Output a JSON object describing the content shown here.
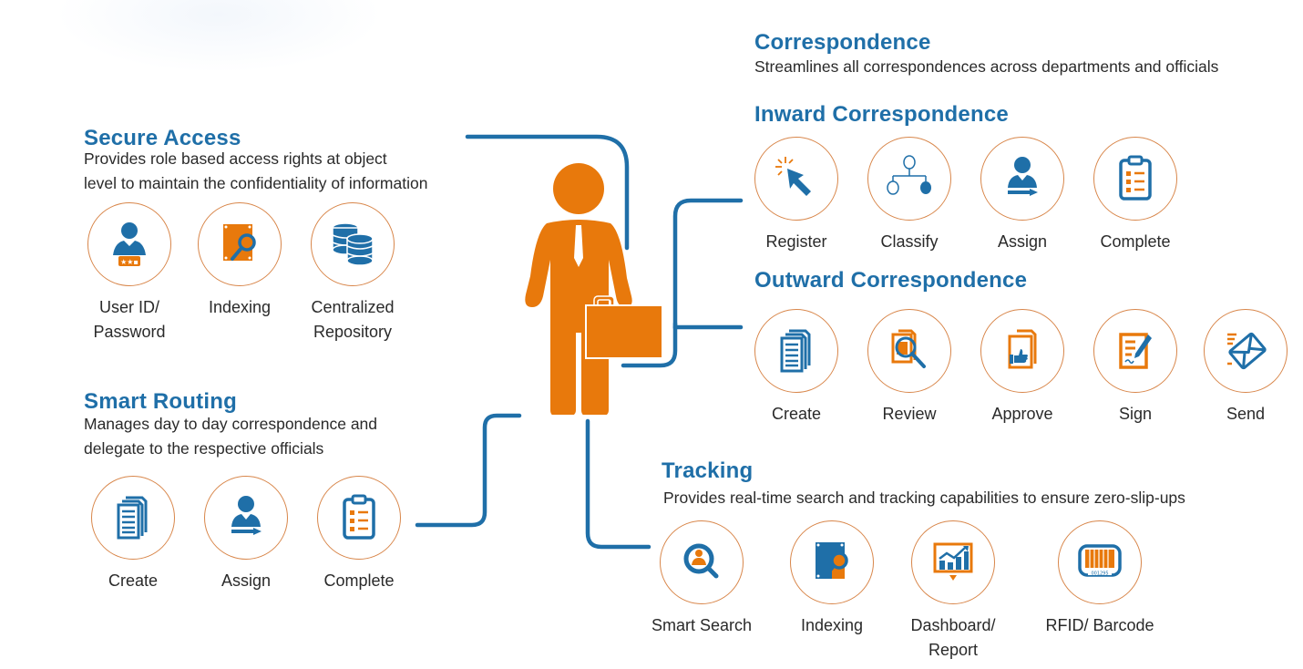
{
  "colors": {
    "heading_blue": "#1f6fa8",
    "connector_blue": "#1f6fa8",
    "accent_orange": "#e8790c",
    "circle_border": "#d8864a",
    "text": "#2a2a2a"
  },
  "central_figure": {
    "icon": "businessman-with-briefcase-icon"
  },
  "secure_access": {
    "title": "Secure Access",
    "description_line1": "Provides role based access rights at object",
    "description_line2": "level to maintain the confidentiality of information",
    "items": [
      {
        "icon": "user-password-icon",
        "label_line1": "User ID/",
        "label_line2": "Password"
      },
      {
        "icon": "indexing-icon",
        "label_line1": "Indexing",
        "label_line2": ""
      },
      {
        "icon": "database-icon",
        "label_line1": "Centralized",
        "label_line2": "Repository"
      }
    ]
  },
  "smart_routing": {
    "title": "Smart Routing",
    "description_line1": "Manages day to day correspondence and",
    "description_line2": "delegate to the respective officials",
    "items": [
      {
        "icon": "documents-icon",
        "label": "Create"
      },
      {
        "icon": "assign-user-icon",
        "label": "Assign"
      },
      {
        "icon": "clipboard-checklist-icon",
        "label": "Complete"
      }
    ]
  },
  "correspondence": {
    "title": "Correspondence",
    "description": "Streamlines all correspondences across departments and officials"
  },
  "inward": {
    "title": "Inward Correspondence",
    "items": [
      {
        "icon": "cursor-click-icon",
        "label": "Register"
      },
      {
        "icon": "hierarchy-icon",
        "label": "Classify"
      },
      {
        "icon": "assign-user-icon",
        "label": "Assign"
      },
      {
        "icon": "clipboard-checklist-icon",
        "label": "Complete"
      }
    ]
  },
  "outward": {
    "title": "Outward Correspondence",
    "items": [
      {
        "icon": "documents-icon",
        "label": "Create"
      },
      {
        "icon": "document-search-icon",
        "label": "Review"
      },
      {
        "icon": "document-thumbs-up-icon",
        "label": "Approve"
      },
      {
        "icon": "document-sign-icon",
        "label": "Sign"
      },
      {
        "icon": "envelope-send-icon",
        "label": "Send"
      }
    ]
  },
  "tracking": {
    "title": "Tracking",
    "description": "Provides real-time search and tracking capabilities to ensure zero-slip-ups",
    "items": [
      {
        "icon": "user-search-icon",
        "label_line1": "Smart Search",
        "label_line2": ""
      },
      {
        "icon": "indexing-icon",
        "label_line1": "Indexing",
        "label_line2": ""
      },
      {
        "icon": "dashboard-chart-icon",
        "label_line1": "Dashboard/",
        "label_line2": "Report"
      },
      {
        "icon": "barcode-icon",
        "label_line1": "RFID/ Barcode",
        "label_line2": ""
      }
    ]
  }
}
